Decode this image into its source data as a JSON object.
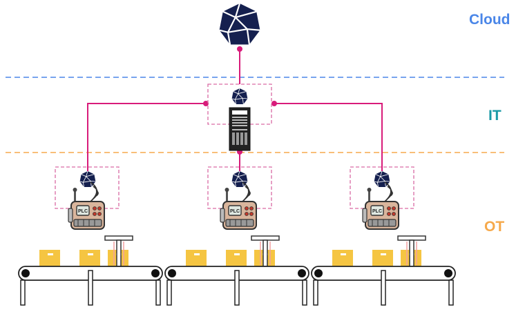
{
  "zones": {
    "cloud": {
      "label": "Cloud",
      "color": "#4a86e8"
    },
    "it": {
      "label": "IT",
      "color": "#1a9aa6"
    },
    "ot": {
      "label": "OT",
      "color": "#f6a94b"
    }
  },
  "colors": {
    "link": "#d81b7a",
    "node": "#15204f",
    "device_box_border": "#d96aa3",
    "conveyor_stroke": "#222222",
    "box": "#f5c542"
  },
  "icons": {
    "cloud_node": "polyhedron-icon",
    "gateway_node": "polyhedron-icon",
    "server": "server-rack-icon",
    "plc": "plc-controller-icon",
    "wireless": "wifi-icon",
    "scanner": "barcode-scanner-icon",
    "package": "package-box-icon"
  },
  "plc_label": "PLC",
  "production_lines": 3
}
